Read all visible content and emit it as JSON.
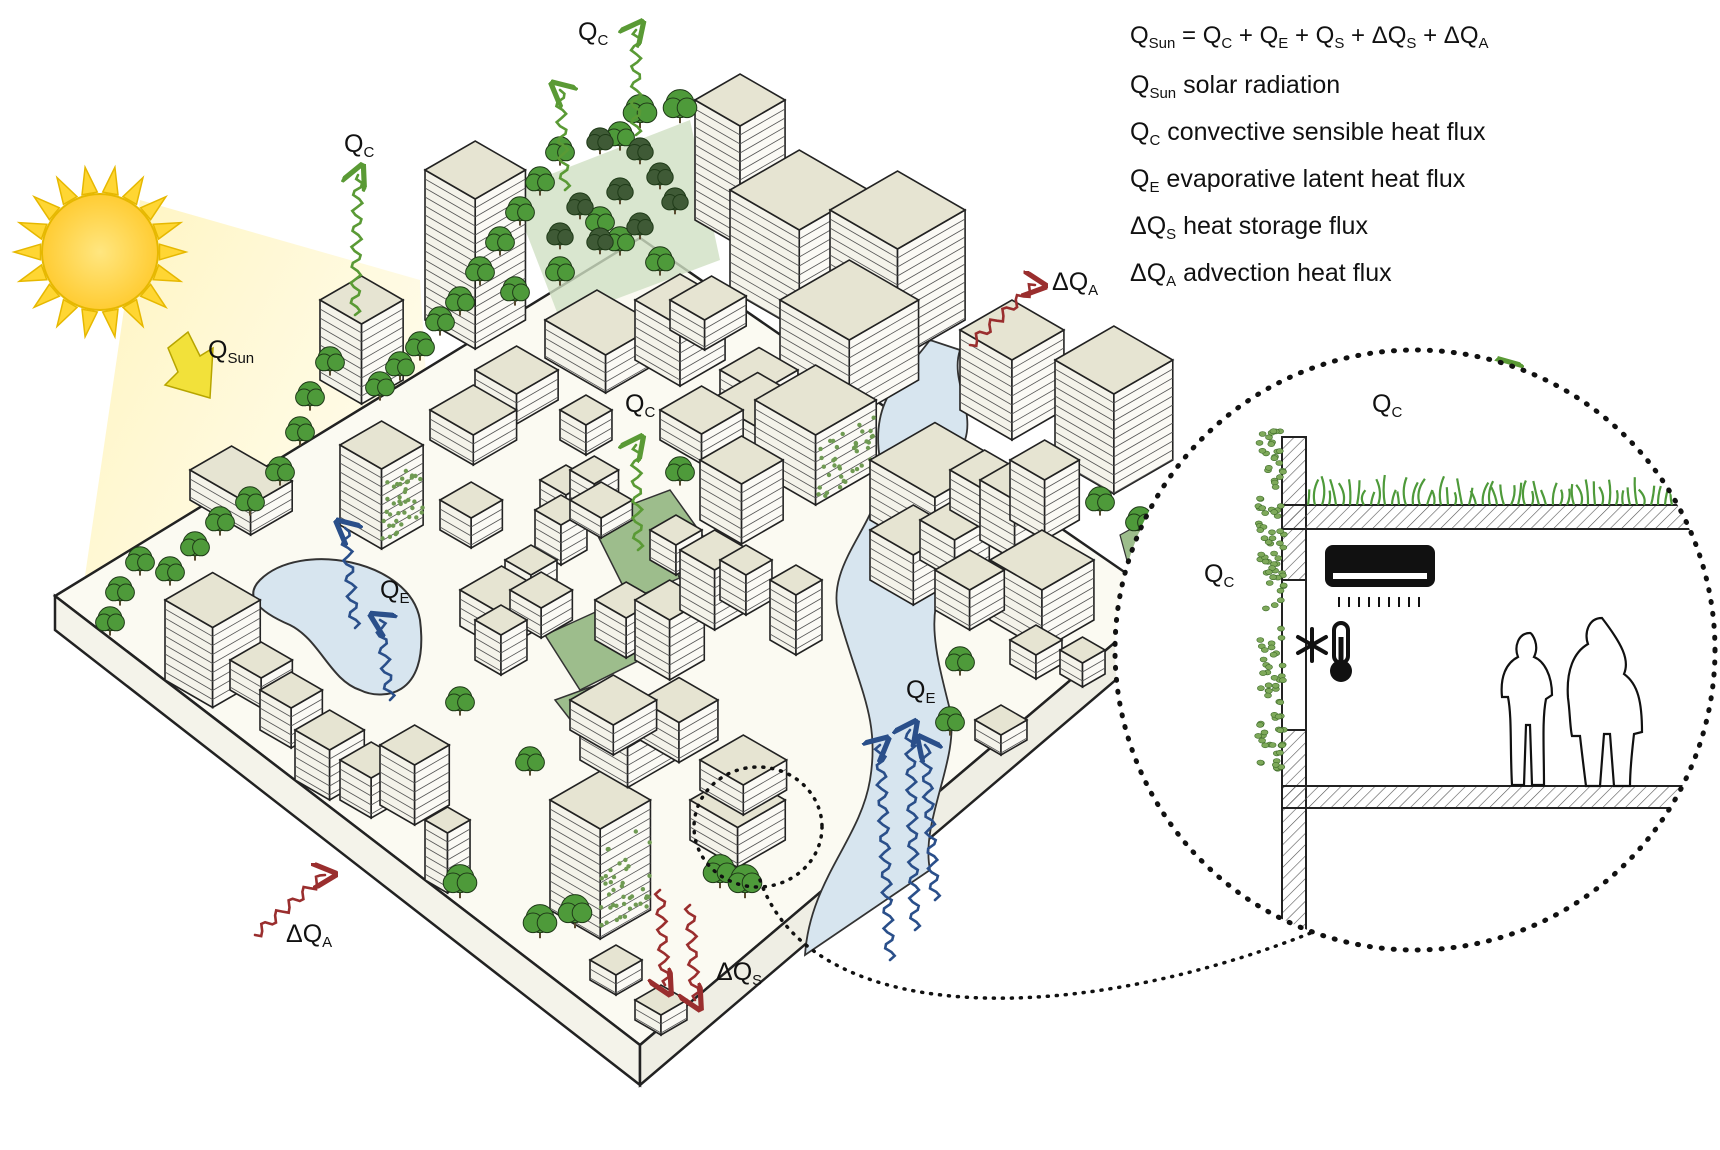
{
  "equation": {
    "lhs": {
      "sym": "Q",
      "sub": "Sun"
    },
    "terms": [
      {
        "sym": "Q",
        "sub": "C"
      },
      {
        "sym": "Q",
        "sub": "E"
      },
      {
        "sym": "Q",
        "sub": "S"
      },
      {
        "sym": "ΔQ",
        "sub": "S"
      },
      {
        "sym": "ΔQ",
        "sub": "A"
      }
    ],
    "equals": "=",
    "plus": "+"
  },
  "legend": [
    {
      "sym": "Q",
      "sub": "Sun",
      "text": "solar radiation"
    },
    {
      "sym": "Q",
      "sub": "C",
      "text": "convective sensible heat flux"
    },
    {
      "sym": "Q",
      "sub": "E",
      "text": "evaporative latent heat flux"
    },
    {
      "sym": "ΔQ",
      "sub": "S",
      "text": "heat storage flux"
    },
    {
      "sym": "ΔQ",
      "sub": "A",
      "text": "advection heat flux"
    }
  ],
  "labels": {
    "qc_top": {
      "sym": "Q",
      "sub": "C"
    },
    "qc_left": {
      "sym": "Q",
      "sub": "C"
    },
    "qc_mid": {
      "sym": "Q",
      "sub": "C"
    },
    "qsun": {
      "sym": "Q",
      "sub": "Sun"
    },
    "qe_pond": {
      "sym": "Q",
      "sub": "E"
    },
    "qe_river": {
      "sym": "Q",
      "sub": "E"
    },
    "dqa_right": {
      "sym": "ΔQ",
      "sub": "A"
    },
    "dqa_left": {
      "sym": "ΔQ",
      "sub": "A"
    },
    "dqs": {
      "sym": "ΔQ",
      "sub": "S"
    },
    "qc_inset_roof": {
      "sym": "Q",
      "sub": "C"
    },
    "qc_inset_wall": {
      "sym": "Q",
      "sub": "C"
    }
  },
  "colors": {
    "convective": "#5a9a35",
    "evaporative": "#2a4f8a",
    "storage": "#9a2e2e",
    "building": "#e6e4d2",
    "green": "#9dbd8c",
    "water": "#d7e5ef",
    "sun": "#ffd633"
  },
  "icons": [
    "sun-icon",
    "air-conditioner-icon",
    "snowflake-thermometer-icon",
    "people-silhouette-icon",
    "tree-icon"
  ]
}
